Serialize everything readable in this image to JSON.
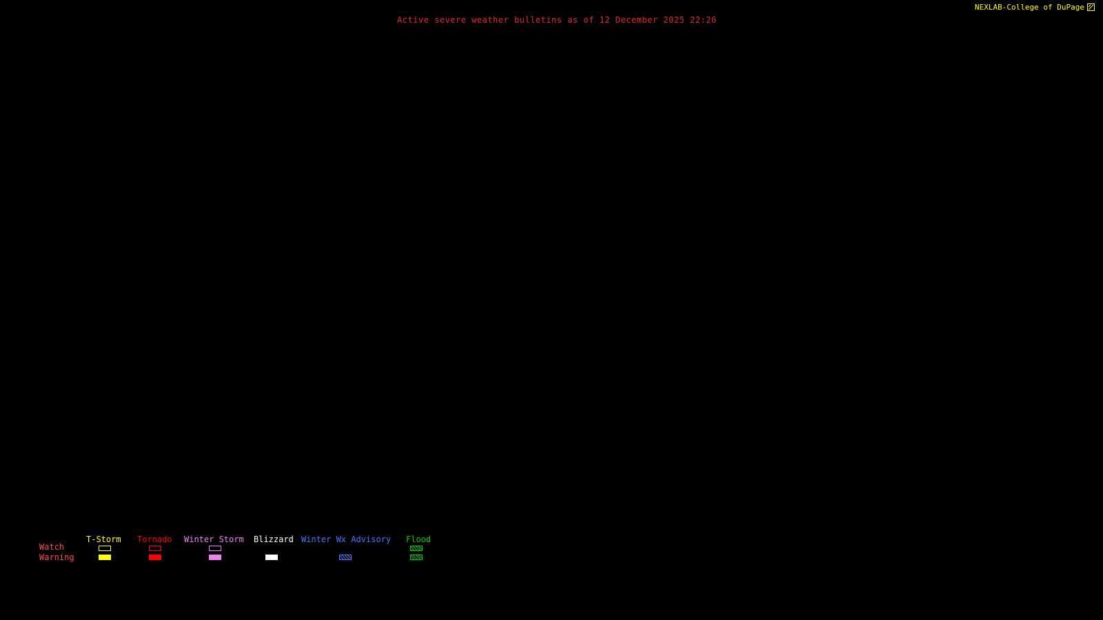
{
  "header": {
    "title": "Active severe weather bulletins as of 12 December 2025 22:26",
    "title_color": "#e8262d",
    "brand": "NEXLAB-College of DuPage",
    "brand_color": "#ffff00"
  },
  "legend": {
    "label_color": "#ff4d4d",
    "rows": {
      "watch_label": "Watch",
      "warning_label": "Warning"
    },
    "columns": [
      {
        "label": "T-Storm",
        "color": "#ffff00",
        "watch": "outline",
        "warning": "fill"
      },
      {
        "label": "Tornado",
        "color": "#ff0000",
        "watch": "outline",
        "warning": "fill"
      },
      {
        "label": "Winter Storm",
        "color": "#ee82ee",
        "watch": "outline",
        "warning": "fill"
      },
      {
        "label": "Blizzard",
        "color": "#ffffff",
        "watch": "none",
        "warning": "fill"
      },
      {
        "label": "Winter Wx Advisory",
        "color": "#4477ff",
        "watch": "none",
        "warning": "hatch"
      },
      {
        "label": "Flood",
        "color": "#00cc00",
        "watch": "hatch",
        "warning": "hatch"
      }
    ]
  }
}
